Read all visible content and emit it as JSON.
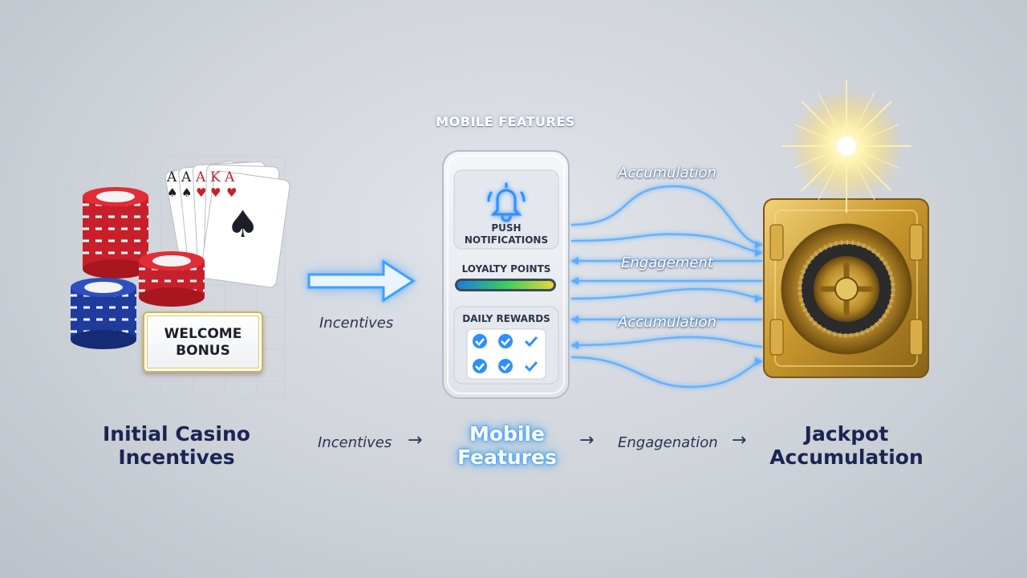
{
  "top_title": "MOBILE FEATURES",
  "cards": {
    "ranks": [
      "A",
      "A",
      "A",
      "K",
      "A"
    ],
    "suit_symbols": [
      "♠",
      "♠",
      "♥",
      "♥",
      "♥"
    ],
    "big_suit": "♠"
  },
  "welcome_bonus": {
    "line1": "WELCOME",
    "line2": "BONUS"
  },
  "phone": {
    "push_notifications": {
      "line1": "PUSH",
      "line2": "NOTIFICATIONS"
    },
    "loyalty_points": "LOYALTY POINTS",
    "daily_rewards": "DAILY REWARDS"
  },
  "flow_labels": {
    "incentives_mid": "Incentives",
    "accumulation_top": "Accumulation",
    "engagement": "Engagement",
    "accumulation_bottom": "Accumulation"
  },
  "captions": {
    "left": {
      "line1": "Initial Casino",
      "line2": "Incentives"
    },
    "middle": {
      "line1": "Mobile",
      "line2": "Features"
    },
    "right": {
      "line1": "Jackpot",
      "line2": "Accumulation"
    }
  },
  "bottom_flow": {
    "step1": "Incentives",
    "step2": "Engagenation",
    "arrow": "→"
  },
  "colors": {
    "caption_navy": "#1b2552",
    "glow_blue": "#3aa0ff",
    "vault_gold": "#c9982e",
    "chip_red": "#c8202a",
    "chip_blue": "#1f3c9c"
  }
}
